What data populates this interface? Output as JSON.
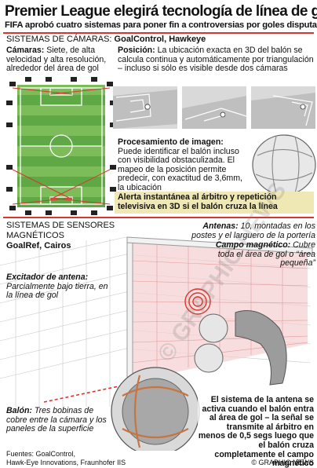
{
  "header": {
    "title": "Premier League elegirá tecnología de línea de gol",
    "subtitle": "FIFA aprobó cuatro sistemas para poner fin a controversias por goles disputados"
  },
  "camera_systems": {
    "heading_prefix": "SISTEMAS DE CÁMARAS:",
    "heading_names": " GoalControl, Hawkeye",
    "cameras_label": "Cámaras:",
    "cameras_text": " Siete, de alta velocidad y alta resolución, alrededor del área de gol",
    "position_label": "Posición:",
    "position_text": " La ubicación exacta en 3D del balón se calcula continua y automáticamente por triangulación – incluso si sólo es visible desde dos cámaras",
    "processing_label": "Procesamiento de imagen:",
    "processing_text": " Puede identificar el balón incluso con visibilidad obstaculizada. El mapeo de la posición permite predecir, con exactitud de 3,6mm, la ubicación",
    "alert_text": "Alerta instantánea al árbitro y repetición televisiva en 3D si el balón cruza la línea"
  },
  "magnetic_systems": {
    "heading_line1": "SISTEMAS DE SENSORES",
    "heading_line2": "MAGNÉTICOS",
    "heading_names": "GoalRef, Cairos",
    "antennas_label": "Antenas:",
    "antennas_text": " 10, montadas en los postes y el larguero de la portería",
    "field_label": "Campo magnético:",
    "field_text": " Cubre toda el área de gol o “área pequeña”",
    "exciter_label": "Excitador de antena:",
    "exciter_text": " Parcialmente bajo tierra, en la línea de gol",
    "ball_label": "Balón:",
    "ball_text": " Tres bobinas de cobre entre la cámara y los paneles de la superficie",
    "antenna_system_text": "El sistema de la antena se activa cuando el balón entra al área de gol – la señal se transmite al árbitro en menos de 0,5 segs luego que el balón cruza completamente el campo magnético"
  },
  "footer": {
    "sources_line1": "Fuentes: GoalControl,",
    "sources_line2": "Hawk-Eye Innovations, Fraunhofer IIS",
    "credit": "© GRAPHIC NEWS"
  },
  "watermark": "© GRAPHIC NEWS",
  "colors": {
    "accent_red": "#d8362c",
    "highlight_yellow": "#f0e8b4",
    "pitch_green": "#4f9a3c",
    "pitch_green_light": "#7dbb5a"
  }
}
